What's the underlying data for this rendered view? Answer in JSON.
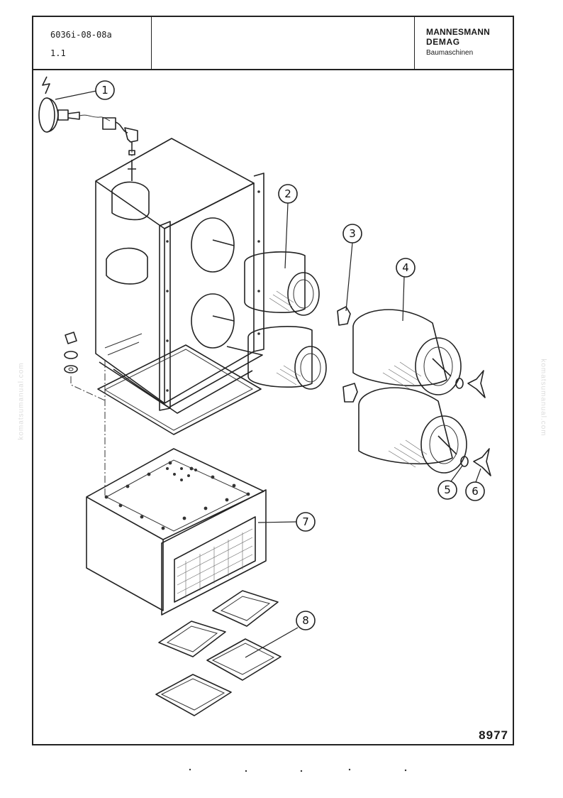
{
  "header": {
    "doc_number": "6036i-08-08a",
    "version": "1.1",
    "brand_line1": "MANNESMANN",
    "brand_line2": "DEMAG",
    "brand_line3": "Baumaschinen"
  },
  "figure_number": "8977",
  "watermark": "komatsumanual.com",
  "callouts": [
    "1",
    "2",
    "3",
    "4",
    "5",
    "6",
    "7",
    "8"
  ]
}
